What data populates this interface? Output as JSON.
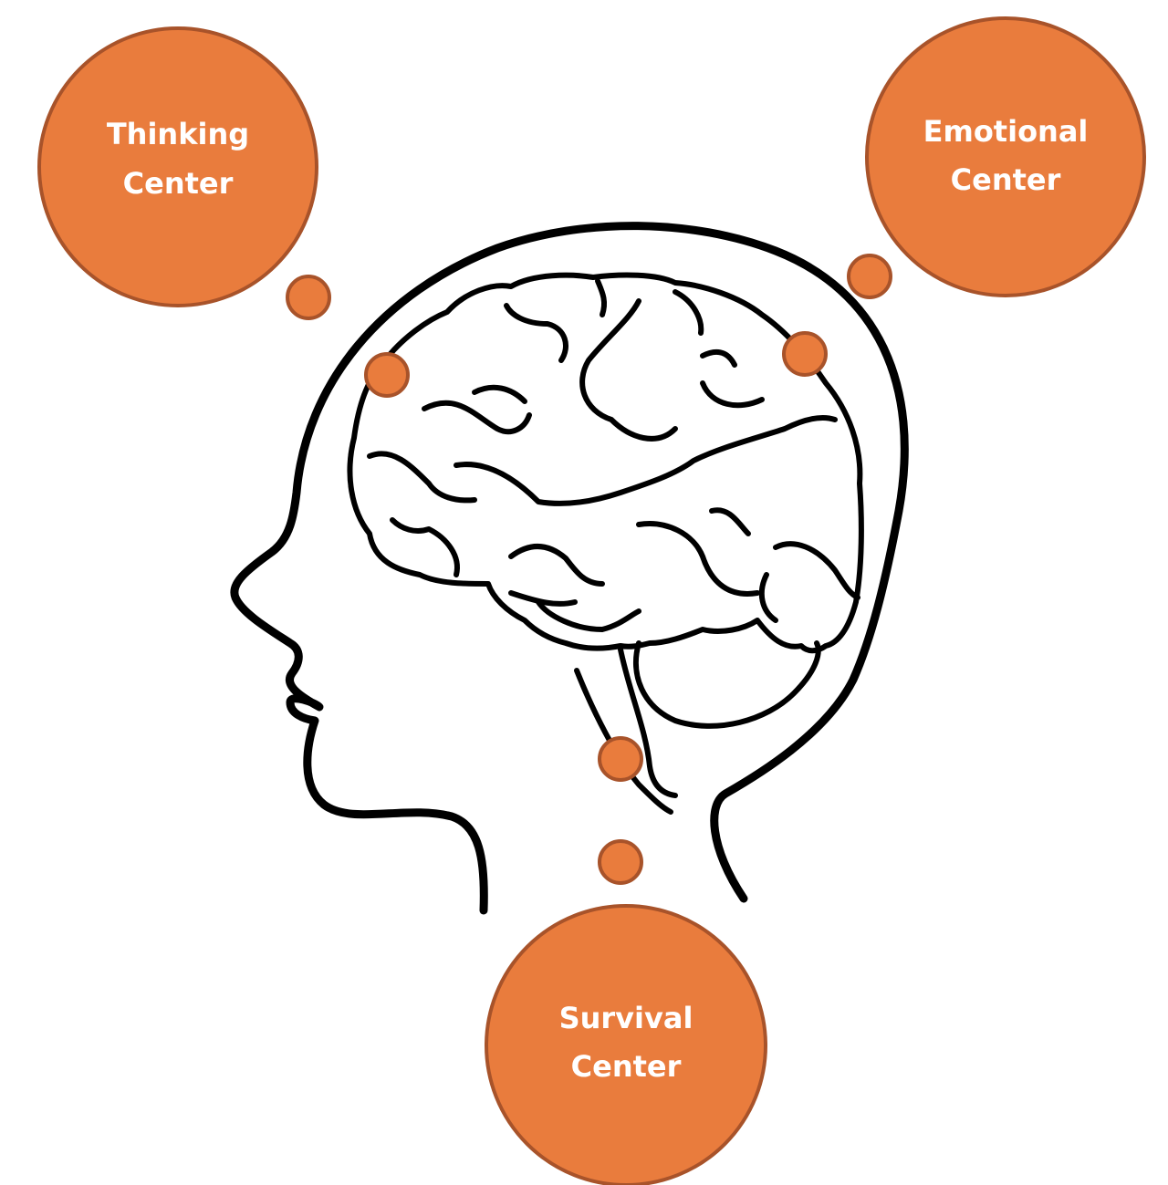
{
  "colors": {
    "bubble_fill": "#E97C3D",
    "bubble_stroke": "#A8532A",
    "label_text": "#FFFFFF",
    "outline": "#000000",
    "background": "#FFFFFF"
  },
  "bubbles": {
    "thinking": {
      "line1": "Thinking",
      "line2": "Center"
    },
    "emotional": {
      "line1": "Emotional",
      "line2": "Center"
    },
    "survival": {
      "line1": "Survival",
      "line2": "Center"
    }
  }
}
